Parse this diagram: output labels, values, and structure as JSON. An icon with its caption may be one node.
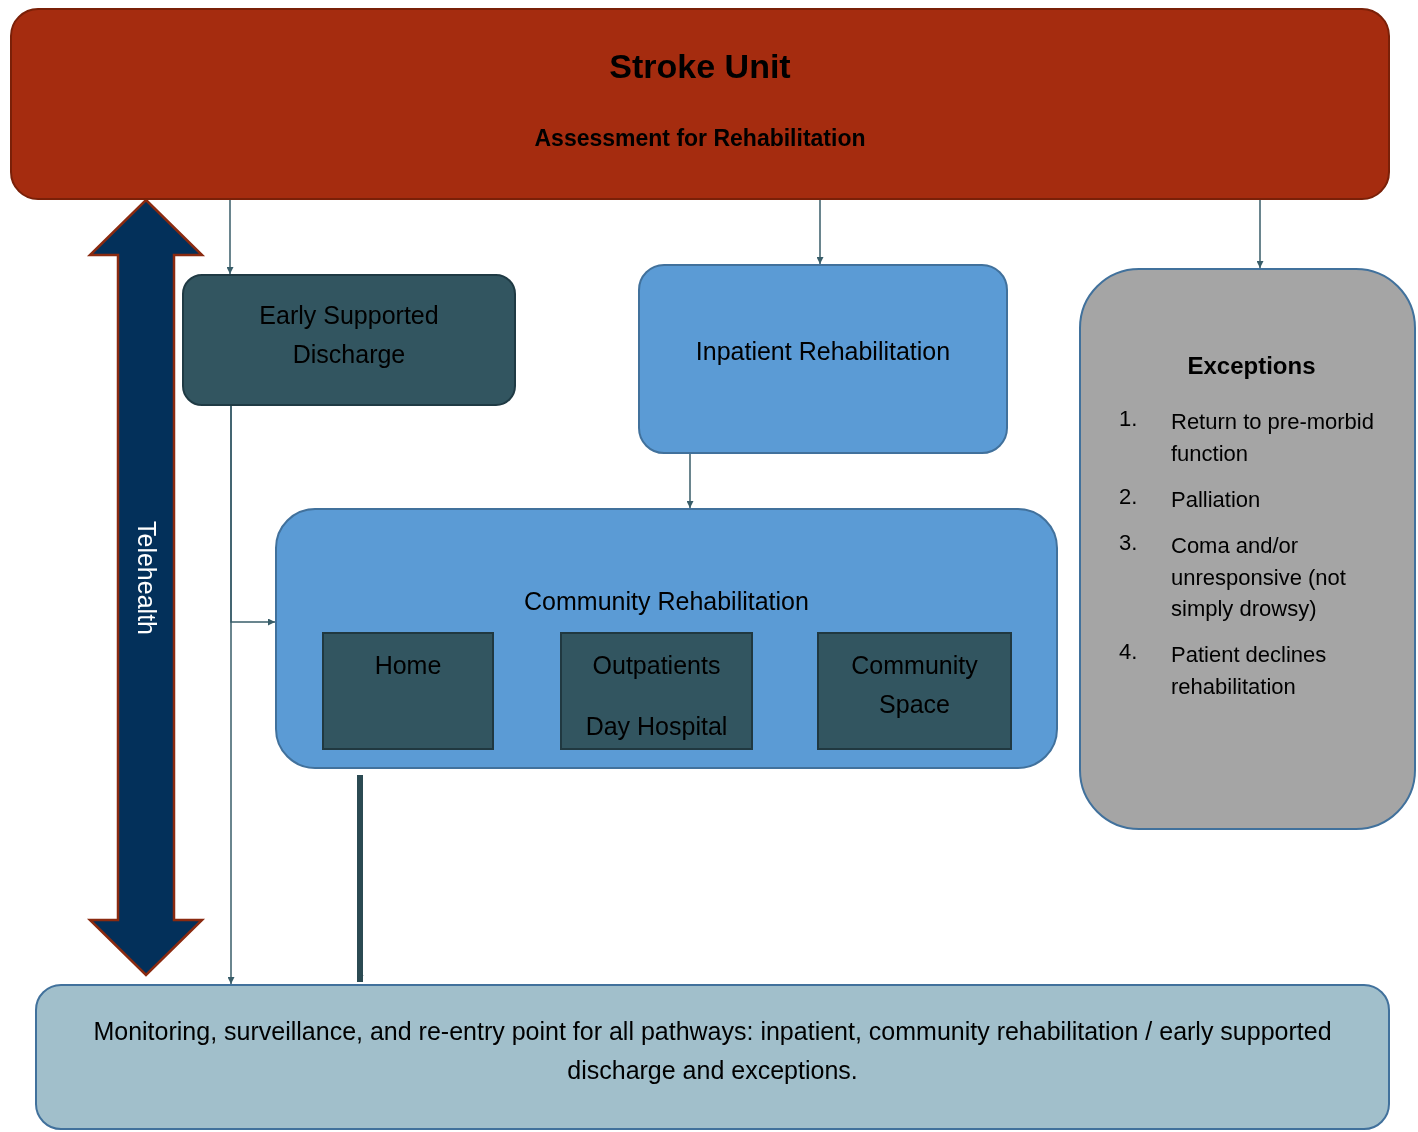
{
  "diagram": {
    "nodes": [
      {
        "text": [
          "Stroke Unit",
          "Assessment for Rehabilitation"
        ]
      },
      {
        "text": [
          "Early Supported Discharge"
        ]
      },
      {
        "text": [
          "Inpatient Rehabilitation"
        ]
      },
      {
        "text": [
          "Exceptions",
          "1.",
          "Return to pre-morbid function",
          "2.",
          "Palliation",
          "3.",
          "Coma and/or unresponsive (not simply drowsy)",
          "4.",
          "Patient declines rehabilitation"
        ]
      },
      {
        "text": [
          "Community Rehabilitation"
        ]
      },
      {
        "text": [
          "Home"
        ],
        "in": 4
      },
      {
        "text": [
          "Outpatients",
          "Day Hospital"
        ],
        "in": 4
      },
      {
        "text": [
          "Community Space"
        ],
        "in": 4
      },
      {
        "text": [
          "Monitoring, surveillance, and re-entry point for all pathways: inpatient, community rehabilitation / early supported discharge and exceptions."
        ]
      }
    ],
    "edges": [
      {
        "from": 0,
        "to": 1,
        "arrow": "to"
      },
      {
        "from": 0,
        "to": 2,
        "arrow": "to"
      },
      {
        "from": 0,
        "to": 3,
        "arrow": "to"
      },
      {
        "from": 2,
        "to": 4,
        "arrow": "to"
      },
      {
        "from": 1,
        "to": 4,
        "arrow": "to"
      },
      {
        "from": 1,
        "to": 8,
        "arrow": "to"
      },
      {
        "from": 4,
        "to": 8,
        "arrow": "to",
        "style": "thick",
        "color": "#2b4a52"
      },
      {
        "from": 0,
        "to": 8,
        "arrow": "both",
        "style": "thick",
        "color": "#03305a",
        "label": "Telehealth"
      }
    ]
  }
}
